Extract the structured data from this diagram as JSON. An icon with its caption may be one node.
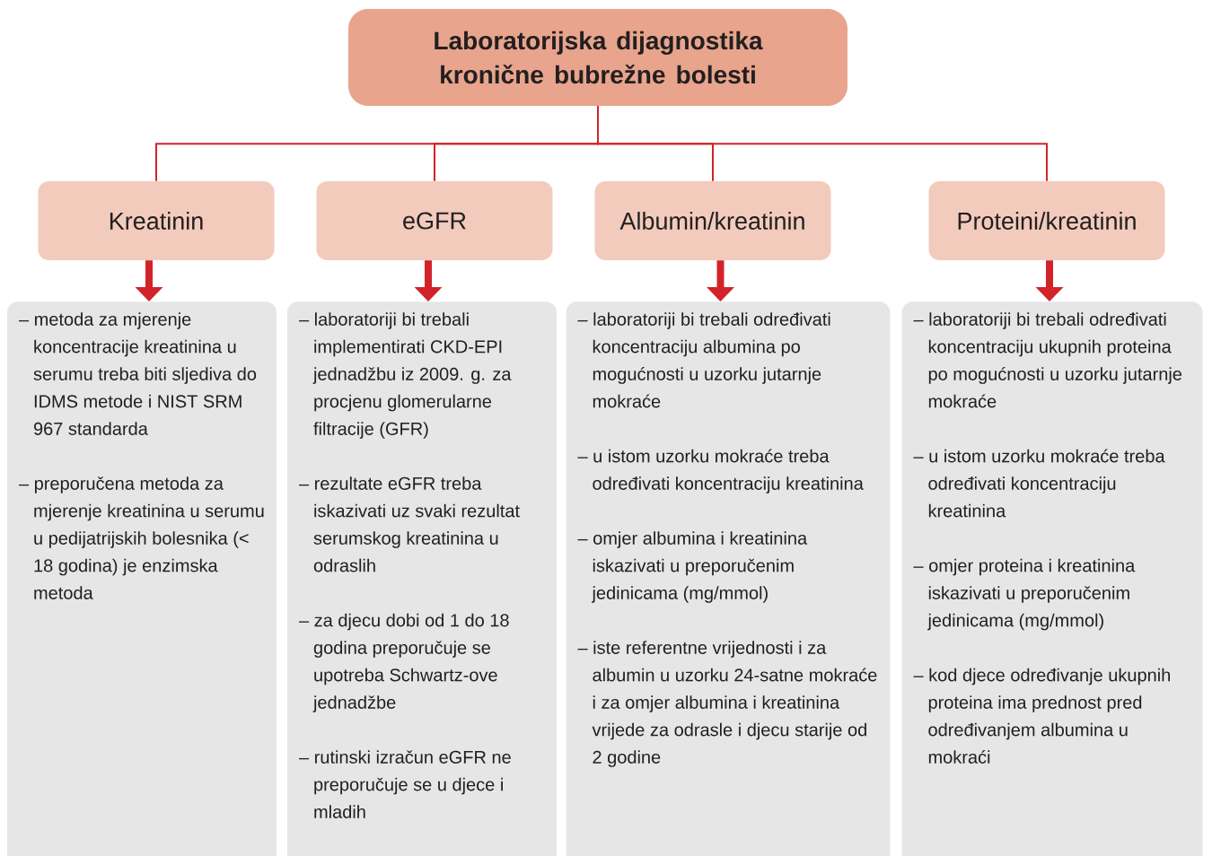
{
  "diagram": {
    "nodes": [
      {
        "text": [
          "Laboratorijska dijagnostika kronične bubrežne bolesti"
        ]
      },
      {
        "text": [
          "Kreatinin"
        ]
      },
      {
        "text": [
          "eGFR"
        ]
      },
      {
        "text": [
          "Albumin/kreatinin"
        ]
      },
      {
        "text": [
          "Proteini/kreatinin"
        ]
      },
      {
        "text": [
          "– metoda za mjerenje koncentracije kreatinina u serumu treba biti sljediva do IDMS metode i NIST SRM 967 standarda",
          "– preporučena metoda za mjerenje kreatinina u serumu u pedijatrijskih bolesnika (< 18 godina) je enzimska metoda"
        ]
      },
      {
        "text": [
          "– laboratoriji bi trebali implementirati CKD-EPI jednadžbu iz 2009. g. za procjenu glomerularne filtracije (GFR)",
          "– rezultate eGFR treba iskazivati uz svaki rezultat serumskog kreatinina u odraslih",
          "– za djecu dobi od 1 do 18 godina preporučuje se upotreba Schwartz-ove jednadžbe",
          "– rutinski izračun eGFR ne preporučuje se u djece i mladih"
        ]
      },
      {
        "text": [
          "– laboratoriji bi trebali određivati koncentraciju albumina po mogućnosti u uzorku jutarnje mokraće",
          "– u istom uzorku mokraće treba određivati koncentraciju kreatinina",
          "– omjer albumina i kreatinina iskazivati u preporučenim jedinicama (mg/mmol)",
          "– iste referentne vrijednosti i za albumin u uzorku 24-satne mokraće i za omjer albumina i kreatinina vrijede za odrasle i djecu starije od 2 godine"
        ]
      },
      {
        "text": [
          "– laboratoriji bi trebali određivati koncentraciju ukupnih proteina po mogućnosti u uzorku jutarnje mokraće",
          "– u istom uzorku mokraće treba određivati koncentraciju kreatinina",
          "– omjer proteina i kreatinina iskazivati u preporučenim jedinicama (mg/mmol)",
          "– kod djece određivanje ukupnih proteina ima prednost pred određivanjem albumina u mokraći"
        ]
      }
    ],
    "edges": [
      {
        "from": 0,
        "to": 1,
        "arrow": "none"
      },
      {
        "from": 0,
        "to": 2,
        "arrow": "none"
      },
      {
        "from": 0,
        "to": 3,
        "arrow": "none"
      },
      {
        "from": 0,
        "to": 4,
        "arrow": "none"
      },
      {
        "from": 1,
        "to": 5,
        "arrow": "to",
        "style": "thick"
      },
      {
        "from": 2,
        "to": 6,
        "arrow": "to",
        "style": "thick"
      },
      {
        "from": 3,
        "to": 7,
        "arrow": "to",
        "style": "thick"
      },
      {
        "from": 4,
        "to": 8,
        "arrow": "to",
        "style": "thick"
      }
    ]
  }
}
